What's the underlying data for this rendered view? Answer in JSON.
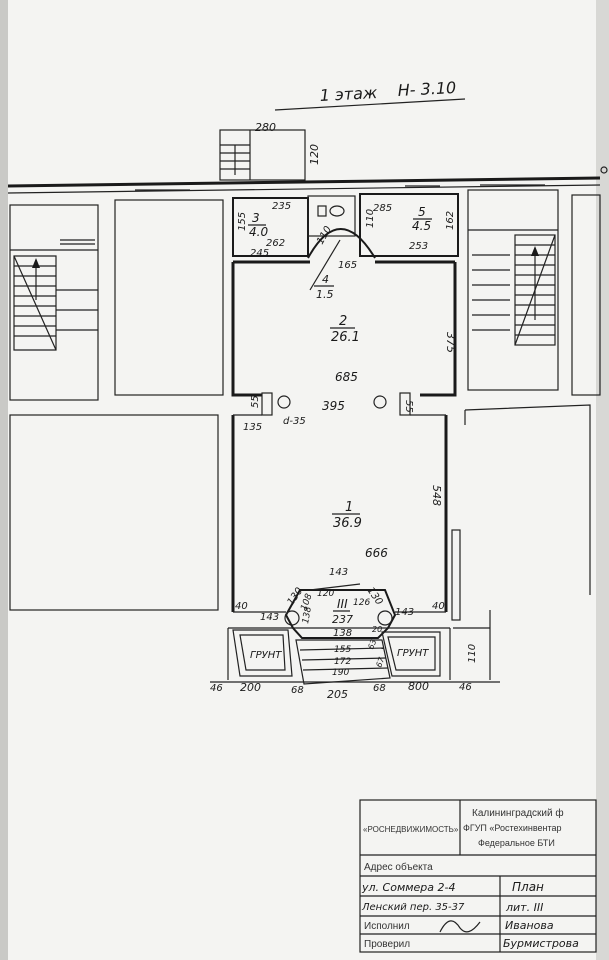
{
  "title": {
    "text": "1 этаж",
    "height": "Н- 3.10"
  },
  "rooms": [
    {
      "id": "r1",
      "number": "1",
      "area": "36.9"
    },
    {
      "id": "r2",
      "number": "2",
      "area": "26.1"
    },
    {
      "id": "r3",
      "number": "3",
      "area": "4.0"
    },
    {
      "id": "r4",
      "number": "4",
      "area": "1.5"
    },
    {
      "id": "r5",
      "number": "5",
      "area": "4.5"
    }
  ],
  "dimensions": {
    "stair_width": "280",
    "stair_depth": "120",
    "r3_top": "235",
    "r3_side": "155",
    "r3_inner": "262",
    "r3_bottom": "245",
    "wc_side": "110",
    "r4_arc": "165",
    "r5_side_left": "110",
    "r5_top": "285",
    "r5_bottom": "253",
    "r5_side_right": "162",
    "r2_side": "375",
    "r2_width": "685",
    "pier_left": "55",
    "pier_right": "55",
    "column_label": "d-35",
    "opening": "395",
    "wall_left": "135",
    "r1_side": "548",
    "r1_width": "666",
    "vest_top": "143",
    "vest_left": "130",
    "vest_right": "130",
    "vest_a": "120",
    "vest_b": "108",
    "vest_c": "126",
    "vest_d": "138",
    "vest_e": "237",
    "vest_f": "138",
    "vest_g": "155",
    "vest_h": "172",
    "vest_i": "190",
    "side_40_left": "40",
    "side_143_left": "143",
    "side_143_right": "143",
    "side_40_right": "40",
    "side_20": "20",
    "step_63": "63",
    "step_67": "67",
    "bottom_46_left": "46",
    "bottom_200": "200",
    "bottom_68_left": "68",
    "bottom_205": "205",
    "bottom_68_right": "68",
    "bottom_800": "800",
    "bottom_46_right": "46",
    "right_110": "110"
  },
  "porch_label": "III",
  "ground_left": "ГРУНТ",
  "ground_right": "ГРУНТ",
  "stamp": {
    "org_left": "«РОСНЕДВИЖИМОСТЬ»",
    "org_right_1": "Калининградский ф",
    "org_right_2": "ФГУП «Ростехинвентар",
    "org_right_3": "Федеральное БТИ",
    "address_label": "Адрес объекта",
    "address_1": "ул. Соммера 2-4",
    "address_2": "Ленский пер. 35-37",
    "plan_label": "План",
    "lit_label": "лит. III",
    "exec_label": "Исполнил",
    "check_label": "Проверил",
    "name_1": "Иванова",
    "name_2": "Бурмистрова"
  }
}
